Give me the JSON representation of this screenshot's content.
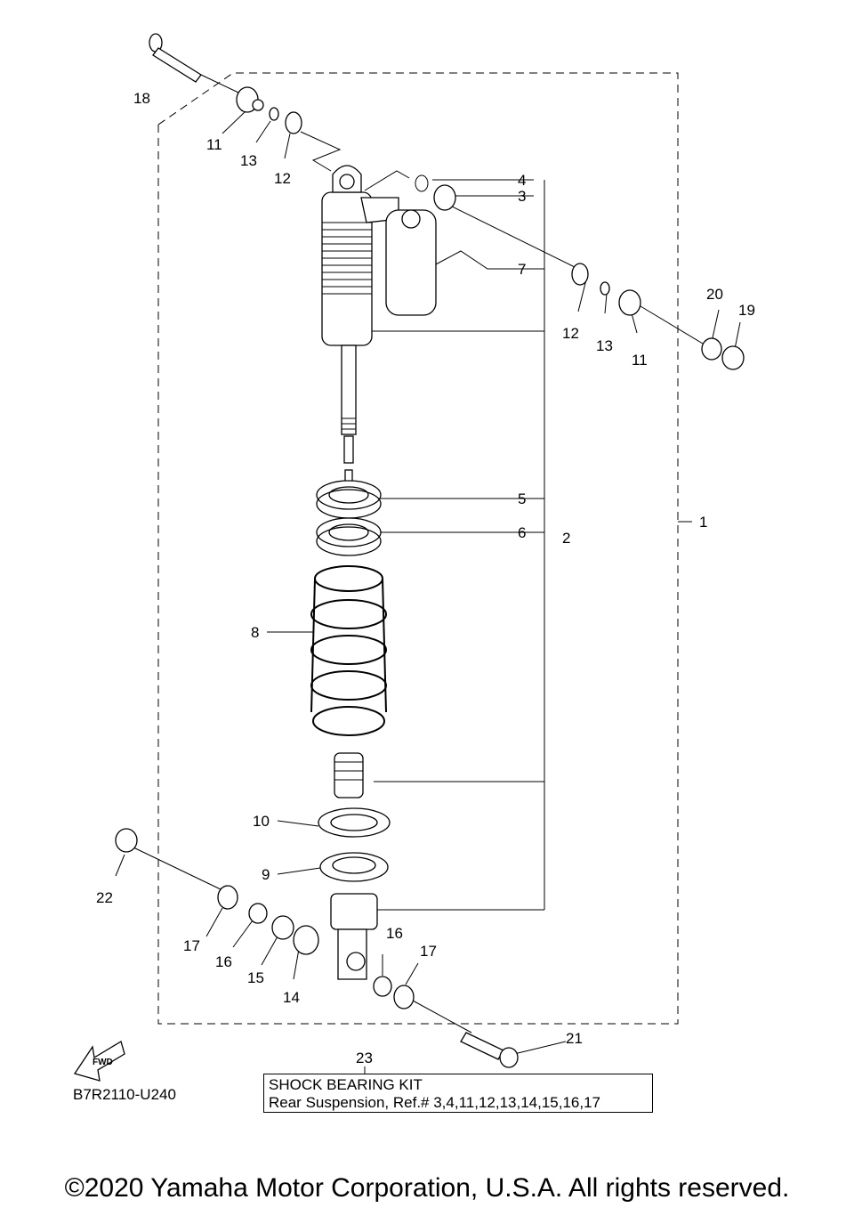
{
  "diagram": {
    "code": "B7R2110-U240",
    "fwd_label": "FWD",
    "kit": {
      "ref_number": "23",
      "title": "SHOCK BEARING KIT",
      "description": "Rear Suspension, Ref.# 3,4,11,12,13,14,15,16,17"
    },
    "copyright": "©2020 Yamaha Motor Corporation, U.S.A. All rights reserved.",
    "callouts": {
      "c1": "1",
      "c2": "2",
      "c3": "3",
      "c4": "4",
      "c5": "5",
      "c6": "6",
      "c7": "7",
      "c8": "8",
      "c9": "9",
      "c10": "10",
      "c11a": "11",
      "c11b": "11",
      "c12a": "12",
      "c12b": "12",
      "c13a": "13",
      "c13b": "13",
      "c14": "14",
      "c15": "15",
      "c16a": "16",
      "c16b": "16",
      "c17a": "17",
      "c17b": "17",
      "c18": "18",
      "c19": "19",
      "c20": "20",
      "c21": "21",
      "c22": "22"
    }
  }
}
